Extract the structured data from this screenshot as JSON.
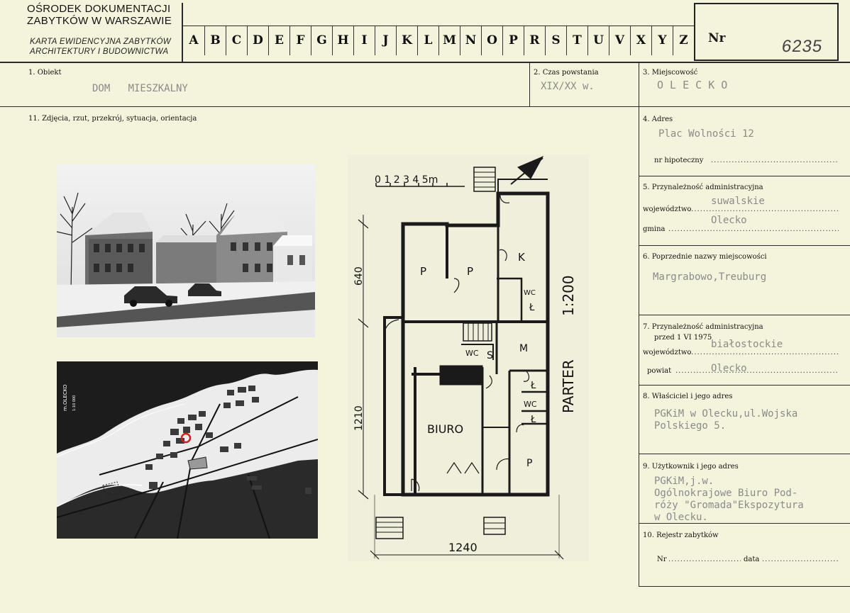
{
  "header": {
    "institution_line1": "OŚRODEK DOKUMENTACJI",
    "institution_line2": "ZABYTKÓW W WARSZAWIE",
    "card_line1": "KARTA EWIDENCYJNA ZABYTKÓW",
    "card_line2": "ARCHITEKTURY I BUDOWNICTWA",
    "letters": [
      "A",
      "B",
      "C",
      "D",
      "E",
      "F",
      "G",
      "H",
      "I",
      "J",
      "K",
      "L",
      "M",
      "N",
      "O",
      "P",
      "R",
      "S",
      "T",
      "U",
      "V",
      "X",
      "Y",
      "Z"
    ],
    "nr_label": "Nr",
    "nr_value": "6235"
  },
  "fields": {
    "obiekt": {
      "label": "1. Obiekt",
      "value": "DOM   MIESZKALNY"
    },
    "czas": {
      "label": "2. Czas powstania",
      "value": "XIX/XX w."
    },
    "miejscowosc": {
      "label": "3. Miejscowość",
      "value": "O L E C K O"
    },
    "zdjecia": {
      "label": "11. Zdjęcia, rzut, przekrój, sytuacja, orientacja"
    },
    "adres": {
      "label": "4. Adres",
      "value": "Plac Wolności 12",
      "hipoteczny_label": "nr hipoteczny"
    },
    "przynaleznosc": {
      "label": "5. Przynależność administracyjna",
      "wojewodztwo_label": "województwo",
      "wojewodztwo_value": "suwalskie",
      "gmina_label": "gmina",
      "gmina_value": "Olecko"
    },
    "poprzednie": {
      "label": "6. Poprzednie nazwy miejscowości",
      "value": "Margrabowo,Treuburg"
    },
    "przynaleznosc_przed": {
      "label": "7. Przynależność administracyjna",
      "przed_label": "przed 1 VI 1975",
      "wojewodztwo_label": "województwo",
      "wojewodztwo_value": "białostockie",
      "powiat_label": "powiat",
      "powiat_value": "Olecko"
    },
    "wlasciciel": {
      "label": "8. Właściciel i jego adres",
      "line1": "PGKiM w Olecku,ul.Wojska",
      "line2": "Polskiego 5."
    },
    "uzytkownik": {
      "label": "9. Użytkownik i jego adres",
      "line1": "PGKiM,j.w.",
      "line2": "Ogólnokrajowe Biuro Pod-",
      "line3": "róży \"Gromada\"Ekspozytura",
      "line4": "w Olecku."
    },
    "rejestr": {
      "label": "10. Rejestr zabytków",
      "nr_label": "Nr",
      "data_label": "data"
    }
  },
  "plan": {
    "scale_bar": "0 1 2 3 4 5m",
    "title": "PARTER",
    "scale": "1:200",
    "dim_vertical_1": "640",
    "dim_vertical_2": "1210",
    "dim_horizontal": "1240",
    "rooms": {
      "p1": "P",
      "p2": "P",
      "k": "K",
      "wc1": "WC",
      "l1": "Ł",
      "wc2": "WC",
      "s": "S",
      "m": "M",
      "l2": "Ł",
      "wc3": "WC",
      "l3": "Ł",
      "biuro": "BIURO",
      "p3": "P"
    }
  },
  "map": {
    "label1": "m.OLECKO",
    "label2": "1:10 000"
  }
}
